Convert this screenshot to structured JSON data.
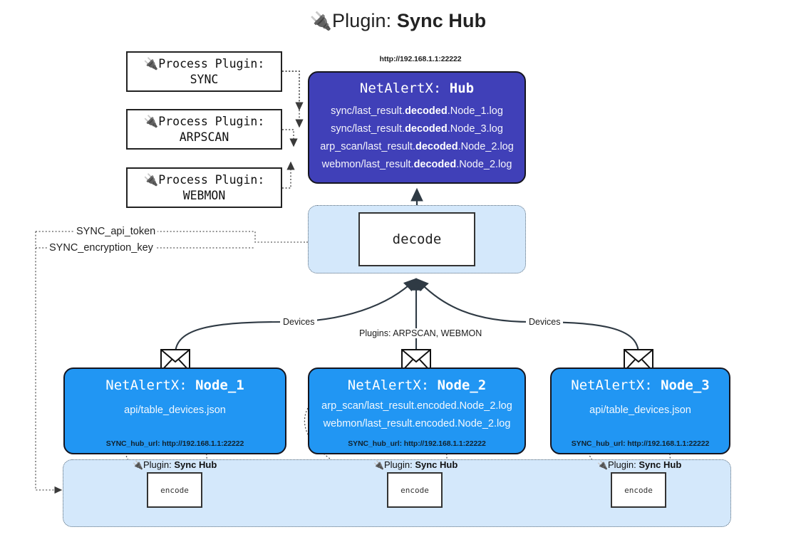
{
  "page": {
    "title_prefix": "Plugin:",
    "title_name": "Sync Hub",
    "plug_icon": "🔌"
  },
  "process_plugins": [
    {
      "label": "Process Plugin:",
      "name": "SYNC"
    },
    {
      "label": "Process Plugin:",
      "name": "ARPSCAN"
    },
    {
      "label": "Process Plugin:",
      "name": "WEBMON"
    }
  ],
  "hub": {
    "url": "http://192.168.1.1:22222",
    "title_prefix": "NetAlertX:",
    "title_name": "Hub",
    "lines": [
      {
        "pre": "sync/last_result.",
        "mid": "decoded",
        "post": ".Node_1.log"
      },
      {
        "pre": "sync/last_result.",
        "mid": "decoded",
        "post": ".Node_3.log"
      },
      {
        "pre": "arp_scan/last_result.",
        "mid": "decoded",
        "post": ".Node_2.log"
      },
      {
        "pre": "webmon/last_result.",
        "mid": "decoded",
        "post": ".Node_2.log"
      }
    ]
  },
  "decode": {
    "box_label": "decode"
  },
  "tokens": [
    {
      "label": "SYNC_api_token"
    },
    {
      "label": "SYNC_encryption_key"
    }
  ],
  "edge_labels": {
    "devices_left": "Devices",
    "plugins_center": "Plugins: ARPSCAN, WEBMON",
    "devices_right": "Devices"
  },
  "nodes": [
    {
      "title_prefix": "NetAlertX:",
      "title_name": "Node_1",
      "lines": [
        "api/table_devices.json"
      ],
      "footer": "SYNC_hub_url: http://192.168.1.1:22222"
    },
    {
      "title_prefix": "NetAlertX:",
      "title_name": "Node_2",
      "lines": [
        "arp_scan/last_result.encoded.Node_2.log",
        "webmon/last_result.encoded.Node_2.log"
      ],
      "footer": "SYNC_hub_url: http://192.168.1.1:22222"
    },
    {
      "title_prefix": "NetAlertX:",
      "title_name": "Node_3",
      "lines": [
        "api/table_devices.json"
      ],
      "footer": "SYNC_hub_url: http://192.168.1.1:22222"
    }
  ],
  "plugin_groups": [
    {
      "caption_prefix": "Plugin:",
      "caption_name": "Sync Hub",
      "encode_label": "encode"
    },
    {
      "caption_prefix": "Plugin:",
      "caption_name": "Sync Hub",
      "encode_label": "encode"
    },
    {
      "caption_prefix": "Plugin:",
      "caption_name": "Sync Hub",
      "encode_label": "encode"
    }
  ],
  "colors": {
    "hub_fill": "#4040b8",
    "node_fill": "#2196f3",
    "region_fill": "#d4e8fb",
    "stroke": "#15151f"
  }
}
